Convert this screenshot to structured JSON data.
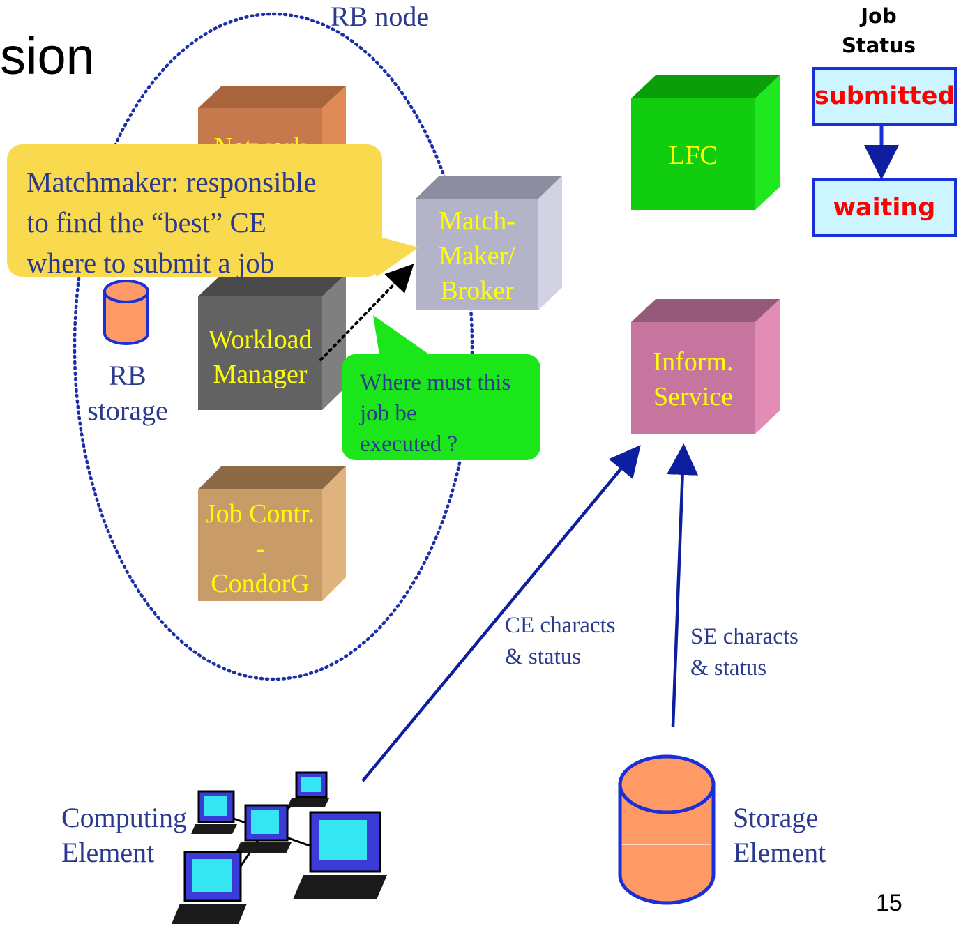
{
  "title_fragment": "sion",
  "rb_node": {
    "label": "RB node"
  },
  "rb_storage": {
    "line1": "RB",
    "line2": "storage"
  },
  "boxes": {
    "network": {
      "line1": "Network"
    },
    "workload_manager": {
      "line1": "Workload",
      "line2": "Manager"
    },
    "matchmaker": {
      "line1": "Match-",
      "line2": "Maker/",
      "line3": "Broker"
    },
    "job_controller": {
      "line1": "Job Contr.",
      "line2": "-",
      "line3": "CondorG"
    },
    "lfc": {
      "line1": "LFC"
    },
    "inform_service": {
      "line1": "Inform.",
      "line2": "Service"
    }
  },
  "callouts": {
    "matchmaker": {
      "line1": "Matchmaker: responsible",
      "line2": "to find the “best” CE",
      "line3": "where to submit a job"
    },
    "question": {
      "line1": "Where must this",
      "line2": "job be",
      "line3": "executed ?"
    }
  },
  "job_status": {
    "title_line1": "Job",
    "title_line2": "Status",
    "states": [
      "submitted",
      "waiting"
    ]
  },
  "flows": {
    "ce": {
      "line1": "CE characts",
      "line2": "& status"
    },
    "se": {
      "line1": "SE characts",
      "line2": "& status"
    }
  },
  "computing_element": {
    "line1": "Computing",
    "line2": "Element"
  },
  "storage_element": {
    "line1": "Storage",
    "line2": "Element"
  },
  "page_number": "15",
  "colors": {
    "label_blue": "#2b3a8f",
    "box_text": "#ffff00",
    "arrow_blue": "#0d1f9e",
    "status_border": "#1a2fd6",
    "status_fill": "#ccf5ff",
    "status_submitted": "#ff0000",
    "status_waiting": "#ff0000",
    "callout_yellow": "#f9d94e",
    "callout_green": "#1ae61a"
  }
}
